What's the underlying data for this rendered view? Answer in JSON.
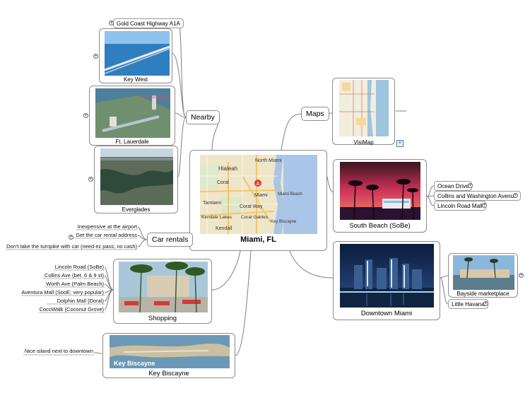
{
  "central": {
    "title": "Miami, FL"
  },
  "map_labels": {
    "north_miami": "North Miami",
    "hialeah": "Hialeah",
    "coral": "Coral",
    "miami": "Miami",
    "miami_beach": "Miami Beach",
    "tamiami": "Tamiami",
    "coral_way": "Coral Way",
    "coral_gables": "Coral Gables",
    "kendale_lakes": "Kendale Lakes",
    "kendall": "Kendall",
    "key_biscayne": "Key Biscayne",
    "marker": "A"
  },
  "nearby": {
    "label": "Nearby",
    "gold_coast": "Gold Coast Highway A1A",
    "key_west": "Key West",
    "ft_lauderdale": "Ft. Lauerdale",
    "ft_lauderdale_sign": "Fort Lauderdale",
    "everglades": "Everglades"
  },
  "maps": {
    "label": "Maps",
    "visimap": "VisiMap"
  },
  "south_beach": {
    "label": "South Beach (SoBe)",
    "items": [
      "Ocean Drive",
      "Collins and Washington Avenue",
      "Lincoln Road Mall"
    ]
  },
  "downtown": {
    "label": "Downtown Miami",
    "bayside": "Bayside marketplace",
    "little_havana": "Little Havana"
  },
  "car_rentals": {
    "label": "Car rentals",
    "items": [
      "Inexpensive at the airport",
      "Get the car rental address",
      "Don't take the turnpike with car (need ez pass; no cash)"
    ]
  },
  "shopping": {
    "label": "Shopping",
    "items": [
      "Lincoln Road (SoBe)",
      "Collins Ave (bet. 6 & 9 st)",
      "Worth Ave (Palm Beach)",
      "Aventura Mall (SooE; very popular)",
      "Dolphin Mall (Doral)",
      "CocoWalk (Coconut Grove)"
    ]
  },
  "key_biscayne": {
    "label": "Key Biscayne",
    "caption": "Key Biscayne",
    "note": "Nice island next to downtown"
  },
  "colors": {
    "line": "#7a7a7a",
    "node_border": "#8c8c8c",
    "map_water": "#a9c5e8",
    "map_land": "#efe6c9"
  }
}
